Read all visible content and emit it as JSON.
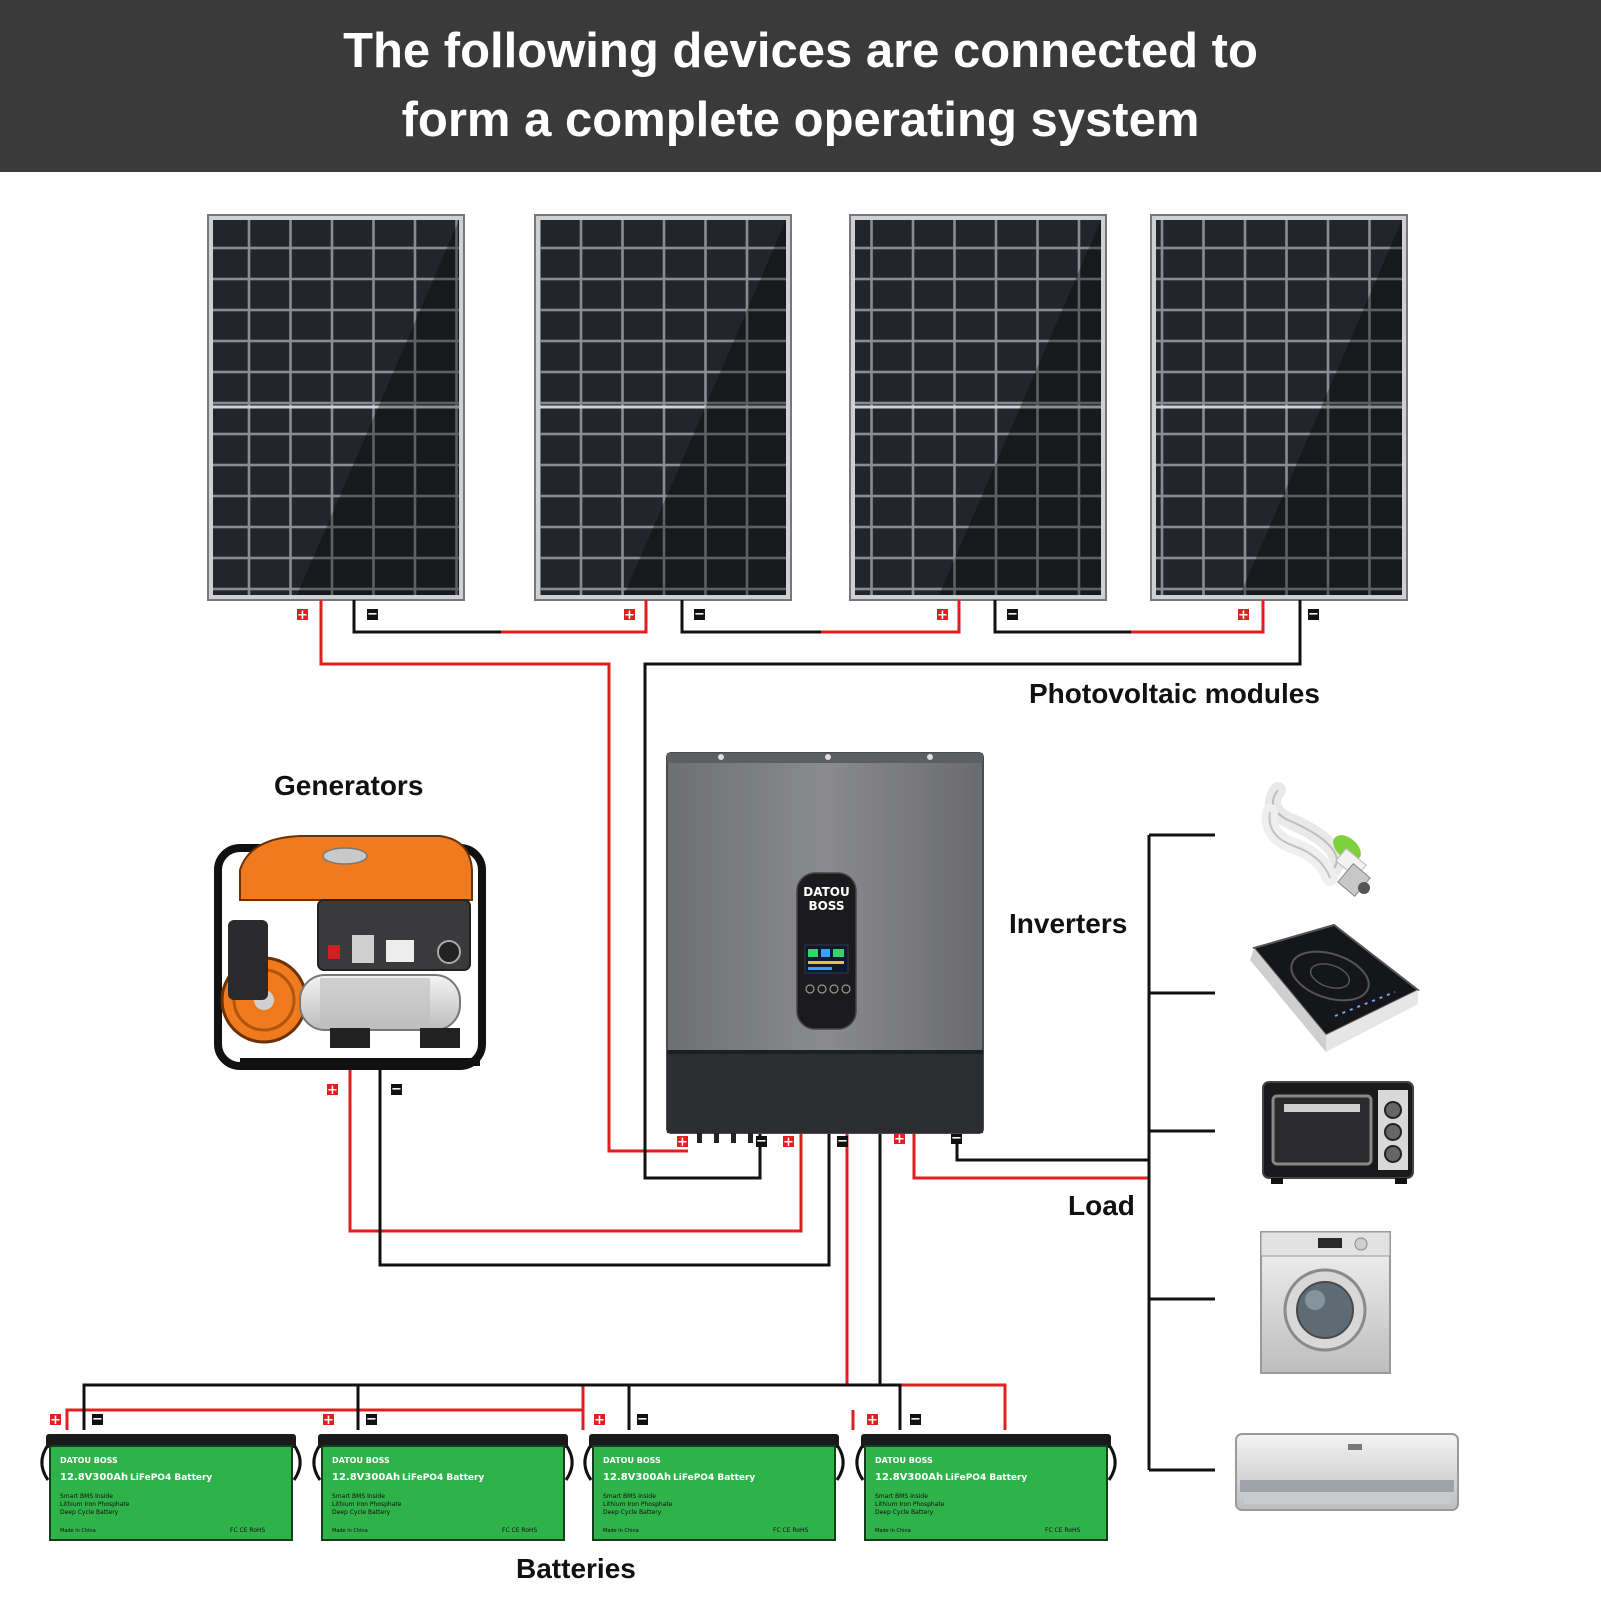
{
  "header": {
    "title_line1": "The following devices are connected to",
    "title_line2": "form a complete operating system"
  },
  "labels": {
    "photovoltaic": "Photovoltaic modules",
    "generators": "Generators",
    "inverters": "Inverters",
    "load": "Load",
    "batteries": "Batteries"
  },
  "inverter_brand": {
    "line1": "DATOU",
    "line2": "BOSS"
  },
  "battery": {
    "brand": "DATOU BOSS",
    "rating": "12.8V300Ah",
    "chemistry": "LiFePO4 Battery",
    "desc1": "Smart BMS Inside",
    "desc2": "Lithium Iron Phosphate",
    "desc3": "Deep Cycle Battery",
    "origin": "Made in China",
    "certs": "FC CE RoHS"
  },
  "terminals": {
    "positive": "+",
    "negative": "−"
  },
  "colors": {
    "header_bg": "#3a3a3a",
    "positive_wire": "#e01f1f",
    "negative_wire": "#111111",
    "panel": "#1c1d22",
    "battery_green": "#2fb24a",
    "generator_orange": "#f07a1e",
    "inverter_gray": "#7a7b7e"
  },
  "icons": [
    "solar-panel-icon",
    "generator-icon",
    "inverter-icon",
    "battery-icon",
    "light-bulb-icon",
    "induction-cooker-icon",
    "oven-icon",
    "washing-machine-icon",
    "air-conditioner-icon"
  ]
}
